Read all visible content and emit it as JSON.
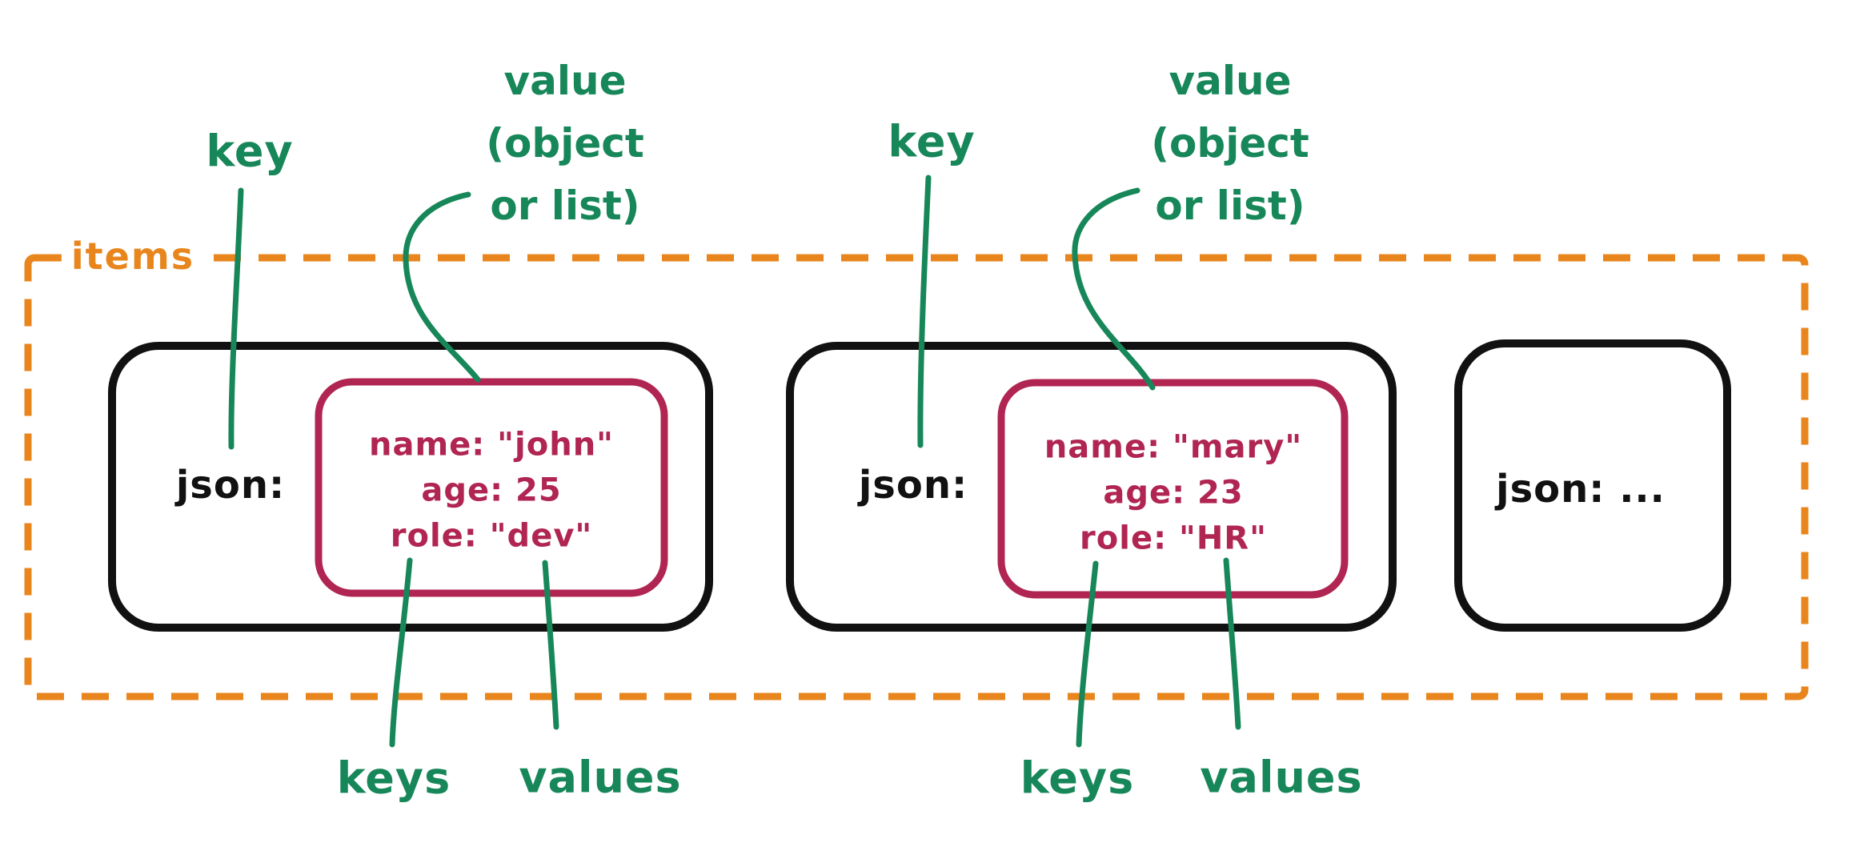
{
  "colors": {
    "green": "#17875a",
    "orange": "#e8861d",
    "crimson": "#b02552",
    "ink": "#111111",
    "background": "#ffffff"
  },
  "container": {
    "label": "items"
  },
  "annotations": {
    "key_label": "key",
    "value_label_lines": [
      "value",
      "(object",
      "or list)"
    ],
    "keys_label": "keys",
    "values_label": "values"
  },
  "cards": [
    {
      "field": "json:",
      "object_lines": [
        "name: \"john\"",
        "age: 25",
        "role: \"dev\""
      ]
    },
    {
      "field": "json:",
      "object_lines": [
        "name: \"mary\"",
        "age: 23",
        "role: \"HR\""
      ]
    },
    {
      "field": "json: ..."
    }
  ]
}
